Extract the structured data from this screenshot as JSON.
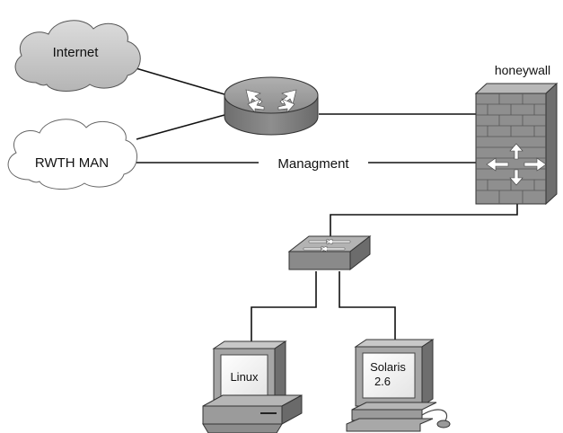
{
  "diagram": {
    "nodes": {
      "internet": {
        "label": "Internet"
      },
      "rwth_man": {
        "label": "RWTH MAN"
      },
      "router": {
        "label": ""
      },
      "honeywall": {
        "label": "honeywall"
      },
      "switch": {
        "label": ""
      },
      "linux": {
        "label": "Linux"
      },
      "solaris": {
        "label_line1": "Solaris",
        "label_line2": "2.6"
      }
    },
    "links": {
      "management": {
        "label": "Managment"
      }
    }
  }
}
